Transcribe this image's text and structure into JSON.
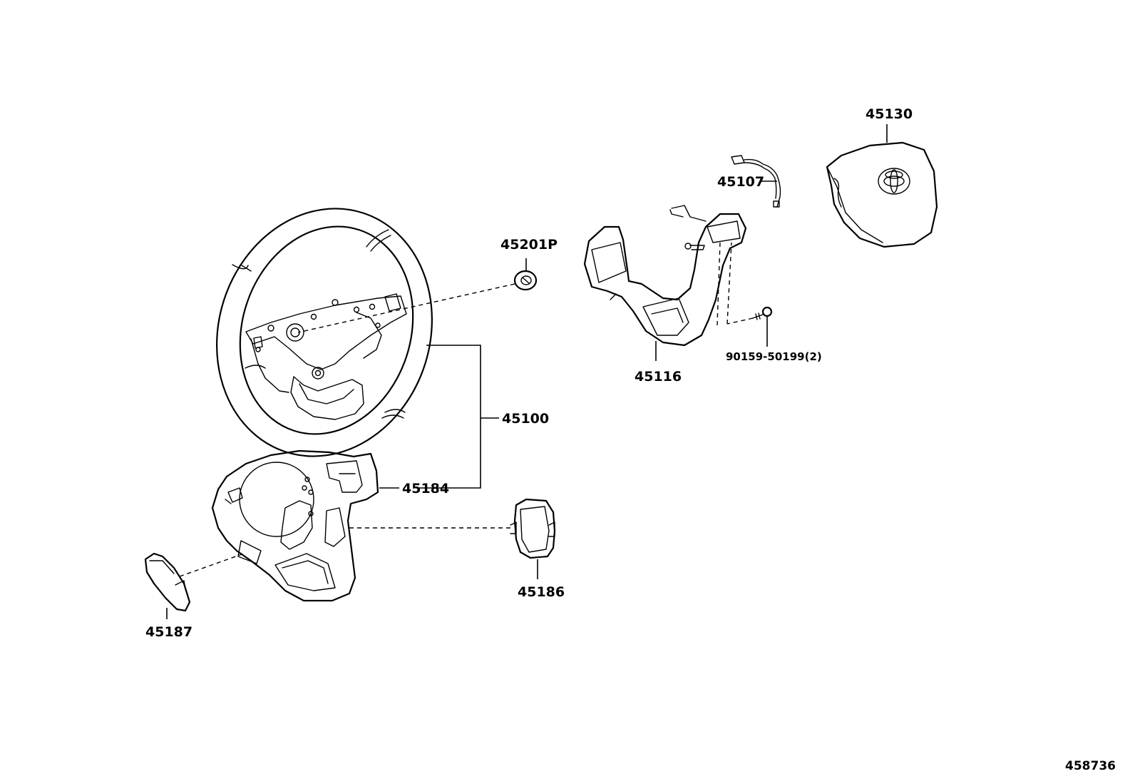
{
  "parts": {
    "p45130": "45130",
    "p45107": "45107",
    "p45201P": "45201P",
    "p45116": "45116",
    "p90159": "90159-50199(2)",
    "p45100": "45100",
    "p45184": "45184",
    "p45186": "45186",
    "p45187": "45187"
  },
  "illustration_id": "458736",
  "colors": {
    "line": "#000000",
    "background": "#ffffff"
  }
}
